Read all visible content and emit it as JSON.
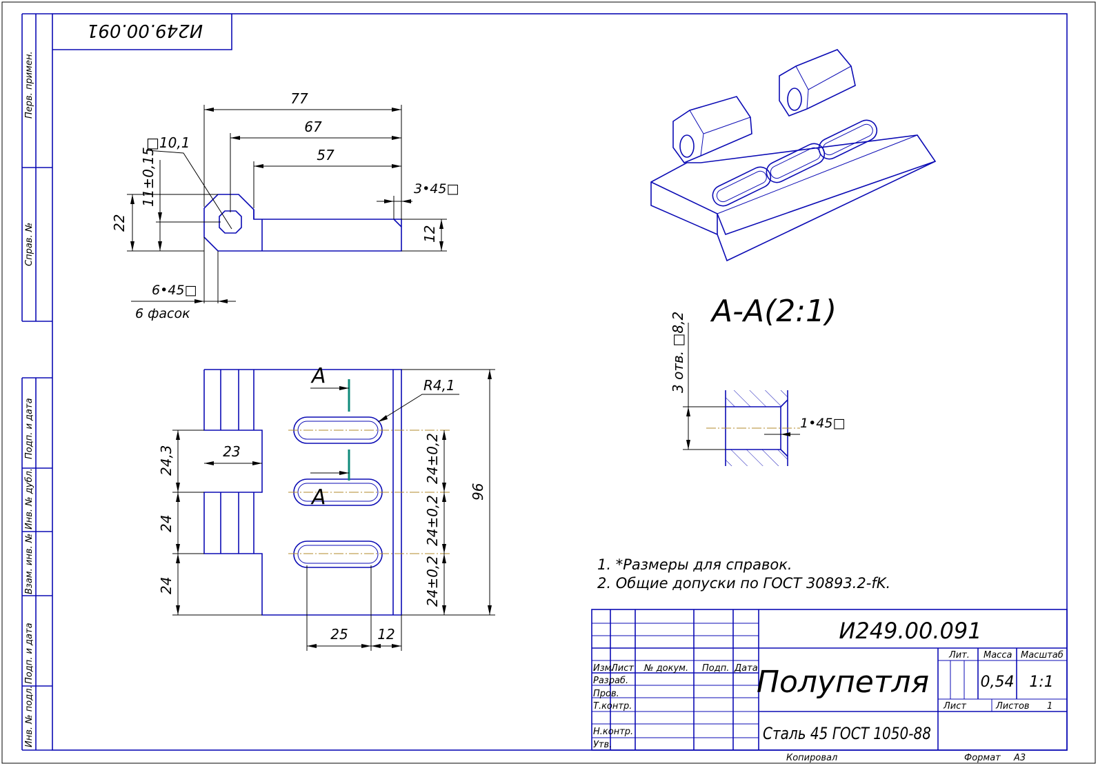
{
  "drawing_number": "И249.00.091",
  "left_strip": {
    "perv_primen": "Перв. примен.",
    "sprav_no": "Справ. №",
    "podp_data_1": "Подп. и дата",
    "inv_dubl": "Инв. № дубл.",
    "vzam_inv": "Взам. инв. №",
    "podp_data_2": "Подп. и дата",
    "inv_podl": "Инв. № подл."
  },
  "top_view_dims": {
    "d77": "77",
    "d67": "67",
    "d57": "57",
    "hole": "□10,1",
    "d11": "11±0,15",
    "d22": "22",
    "d12": "12",
    "chamfer_small": "3•45□",
    "chamfer_big": "6•45□",
    "chamfer_note": "6 фасок"
  },
  "plan_view_dims": {
    "section_label_a1": "A",
    "section_label_a2": "A",
    "radius": "R4,1",
    "d23": "23",
    "d24_3": "24,3",
    "d24_a": "24",
    "d24_b": "24",
    "tol_1": "24±0,2",
    "tol_2": "24±0,2",
    "tol_3": "24±0,2",
    "d96": "96",
    "d25": "25",
    "d12b": "12"
  },
  "section": {
    "title": "A-A(2:1)",
    "holes": "3 отв. □8,2",
    "chamfer": "1•45□"
  },
  "notes": [
    "1.  *Размеры для справок.",
    "2.  Общие допуски по ГОСТ 30893.2-fK."
  ],
  "title_block": {
    "doc_number": "И249.00.091",
    "part_name": "Полупетля",
    "material": "Сталь 45  ГОСТ 1050-88",
    "hdr_izm": "Изм.",
    "hdr_list": "Лист",
    "hdr_doc": "№ докум.",
    "hdr_podp": "Подп.",
    "hdr_data": "Дата",
    "razrab": "Разраб.",
    "prov": "Пров.",
    "tkontr": "Т.контр.",
    "nkontr": "Н.контр.",
    "utv": "Утв.",
    "lit": "Лит.",
    "massa": "Масса",
    "masshtab": "Масштаб",
    "mass_value": "0,54",
    "scale_value": "1:1",
    "list_label": "Лист",
    "listov_label": "Листов",
    "listov_value": "1"
  },
  "footer": {
    "kopiroval": "Копировал",
    "format": "Формат",
    "format_value": "A3"
  },
  "colors": {
    "outline": "#0a0ab4",
    "section_mark": "#0e8a7a",
    "centerline": "#b08a2a"
  }
}
